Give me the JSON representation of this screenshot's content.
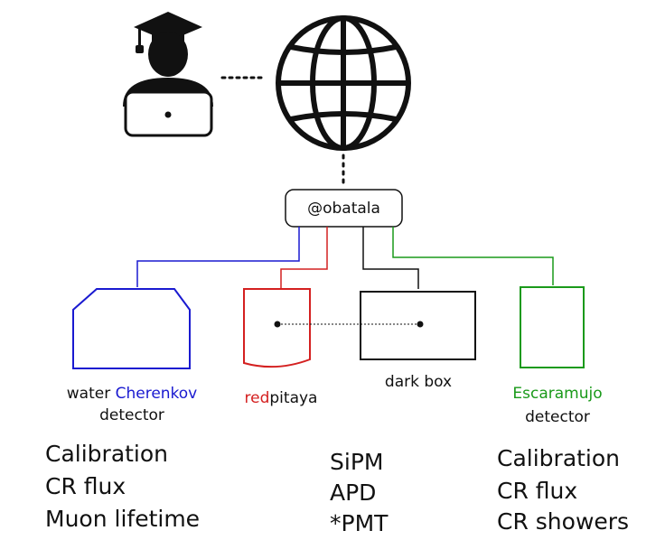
{
  "colors": {
    "ink": "#111111",
    "blue": "#1a1ad0",
    "red": "#d42020",
    "green": "#1a9a1a"
  },
  "icons": {
    "user": "graduate-user-laptop-icon",
    "internet": "globe-icon"
  },
  "server": {
    "label": "@obatala"
  },
  "detectors": {
    "cherenkov": {
      "label_prefix": "water ",
      "label_accent": "Cherenkov",
      "label_line2": "detector"
    },
    "redpitaya": {
      "label_accent": "red",
      "label_suffix": "pitaya"
    },
    "darkbox": {
      "label": "dark box"
    },
    "escaramujo": {
      "label_accent": "Escaramujo",
      "label_line2": "detector"
    }
  },
  "lists": {
    "left": [
      "Calibration",
      "CR flux",
      "Muon lifetime"
    ],
    "middle": [
      "SiPM",
      "APD",
      "*PMT"
    ],
    "right": [
      "Calibration",
      "CR flux",
      "CR showers"
    ]
  }
}
